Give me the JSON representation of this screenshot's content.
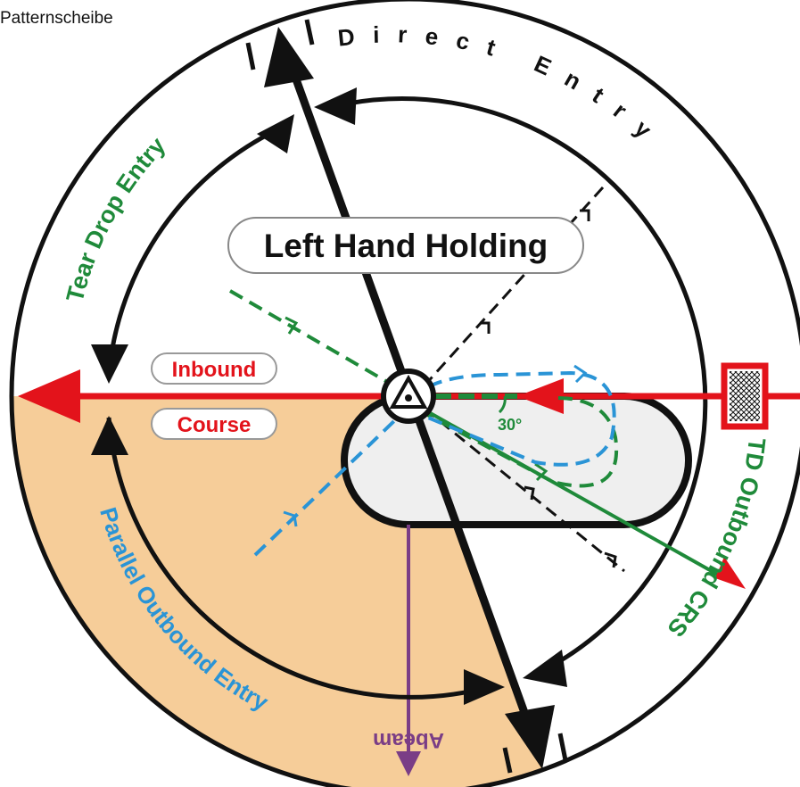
{
  "caption": "Patternscheibe",
  "title": "Left Hand Holding",
  "labels": {
    "inbound": "Inbound",
    "course": "Course",
    "direct_entry": "Direct Entry",
    "teardrop_entry": "Tear Drop Entry",
    "parallel_entry": "Parallel Outbound Entry",
    "td_outbound": "TD Outbound CRS",
    "abeam": "Abeam",
    "angle": "30°"
  },
  "colors": {
    "red": "#e3131b",
    "green": "#1f8a3a",
    "blue": "#2a94d6",
    "purple": "#7a3d86",
    "sector_fill": "#f6cd99",
    "pattern_fill": "#efefef",
    "black": "#111111"
  },
  "icons": [
    "fix-beacon-icon",
    "hatched-marker-icon"
  ]
}
